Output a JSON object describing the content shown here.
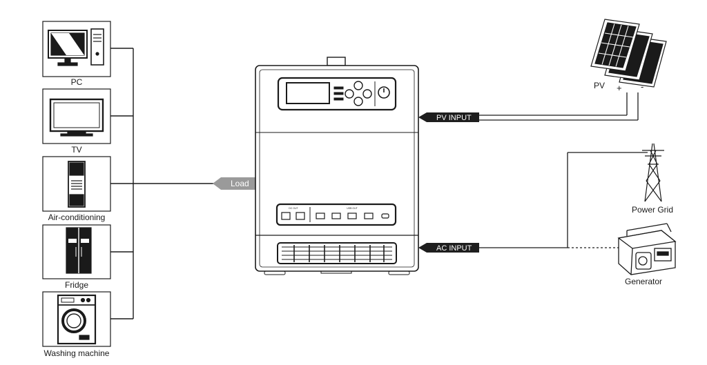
{
  "appliances": [
    {
      "label": "PC",
      "icon": "pc-icon"
    },
    {
      "label": "TV",
      "icon": "tv-icon"
    },
    {
      "label": "Air-conditioning",
      "icon": "air-conditioner-icon"
    },
    {
      "label": "Fridge",
      "icon": "fridge-icon"
    },
    {
      "label": "Washing machine",
      "icon": "washing-machine-icon"
    }
  ],
  "arrows": {
    "load": "Load",
    "pv_input": "PV INPUT",
    "ac_input": "AC INPUT"
  },
  "pv": {
    "label": "PV",
    "plus": "+",
    "minus": "-"
  },
  "power_grid": {
    "label": "Power Grid",
    "icon": "transmission-tower-icon"
  },
  "generator": {
    "label": "Generator",
    "icon": "generator-icon"
  },
  "inverter": {
    "icon": "inverter-icon",
    "dc_out": "DC OUT",
    "usb_out": "USB OUT"
  },
  "colors": {
    "line": "#1a1a1a",
    "arrow_fill": "#1e1e1e",
    "arrow_grey": "#9a9a9a",
    "panel_dark": "#2a2a2a"
  }
}
